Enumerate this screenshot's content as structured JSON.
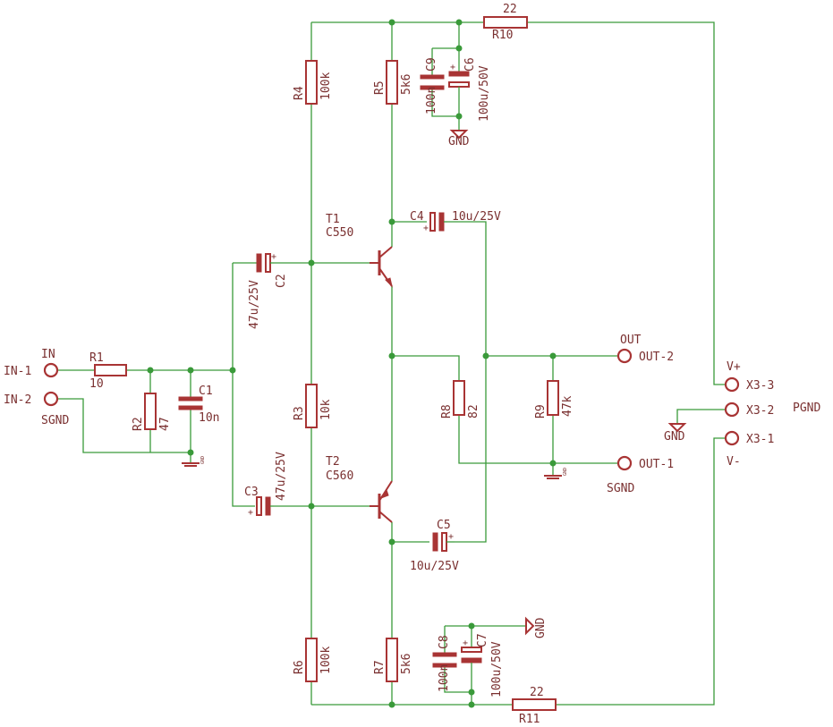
{
  "components": {
    "R1": {
      "name": "R1",
      "value": "10"
    },
    "R2": {
      "name": "R2",
      "value": "47"
    },
    "R3": {
      "name": "R3",
      "value": "10k"
    },
    "R4": {
      "name": "R4",
      "value": "100k"
    },
    "R5": {
      "name": "R5",
      "value": "5k6"
    },
    "R6": {
      "name": "R6",
      "value": "100k"
    },
    "R7": {
      "name": "R7",
      "value": "5k6"
    },
    "R8": {
      "name": "R8",
      "value": "82"
    },
    "R9": {
      "name": "R9",
      "value": "47k"
    },
    "R10": {
      "name": "R10",
      "value": "22"
    },
    "R11": {
      "name": "R11",
      "value": "22"
    },
    "C1": {
      "name": "C1",
      "value": "10n"
    },
    "C2": {
      "name": "C2",
      "value": "47u/25V"
    },
    "C3": {
      "name": "C3",
      "value": "47u/25V"
    },
    "C4": {
      "name": "C4",
      "value": "10u/25V"
    },
    "C5": {
      "name": "C5",
      "value": "10u/25V"
    },
    "C6": {
      "name": "C6",
      "value": "100u/50V"
    },
    "C7": {
      "name": "C7",
      "value": "100u/50V"
    },
    "C8": {
      "name": "C8",
      "value": "100n"
    },
    "C9": {
      "name": "C9",
      "value": "100n"
    },
    "T1": {
      "name": "T1",
      "value": "C550"
    },
    "T2": {
      "name": "T2",
      "value": "C560"
    }
  },
  "connectors": {
    "in1": "IN-1",
    "in2": "IN-2",
    "out1": "OUT-1",
    "out2": "OUT-2",
    "x31": "X3-1",
    "x32": "X3-2",
    "x33": "X3-3"
  },
  "net_labels": {
    "in": "IN",
    "sgnd_in": "SGND",
    "out": "OUT",
    "sgnd_out": "SGND",
    "vplus": "V+",
    "vminus": "V-",
    "pgnd": "PGND",
    "gnd_top": "GND",
    "gnd_bottom": "GND",
    "gnd_right": "GND",
    "gnd_small_1": "GND",
    "gnd_small_2": "GND"
  },
  "polarity": {
    "plus": "+"
  }
}
